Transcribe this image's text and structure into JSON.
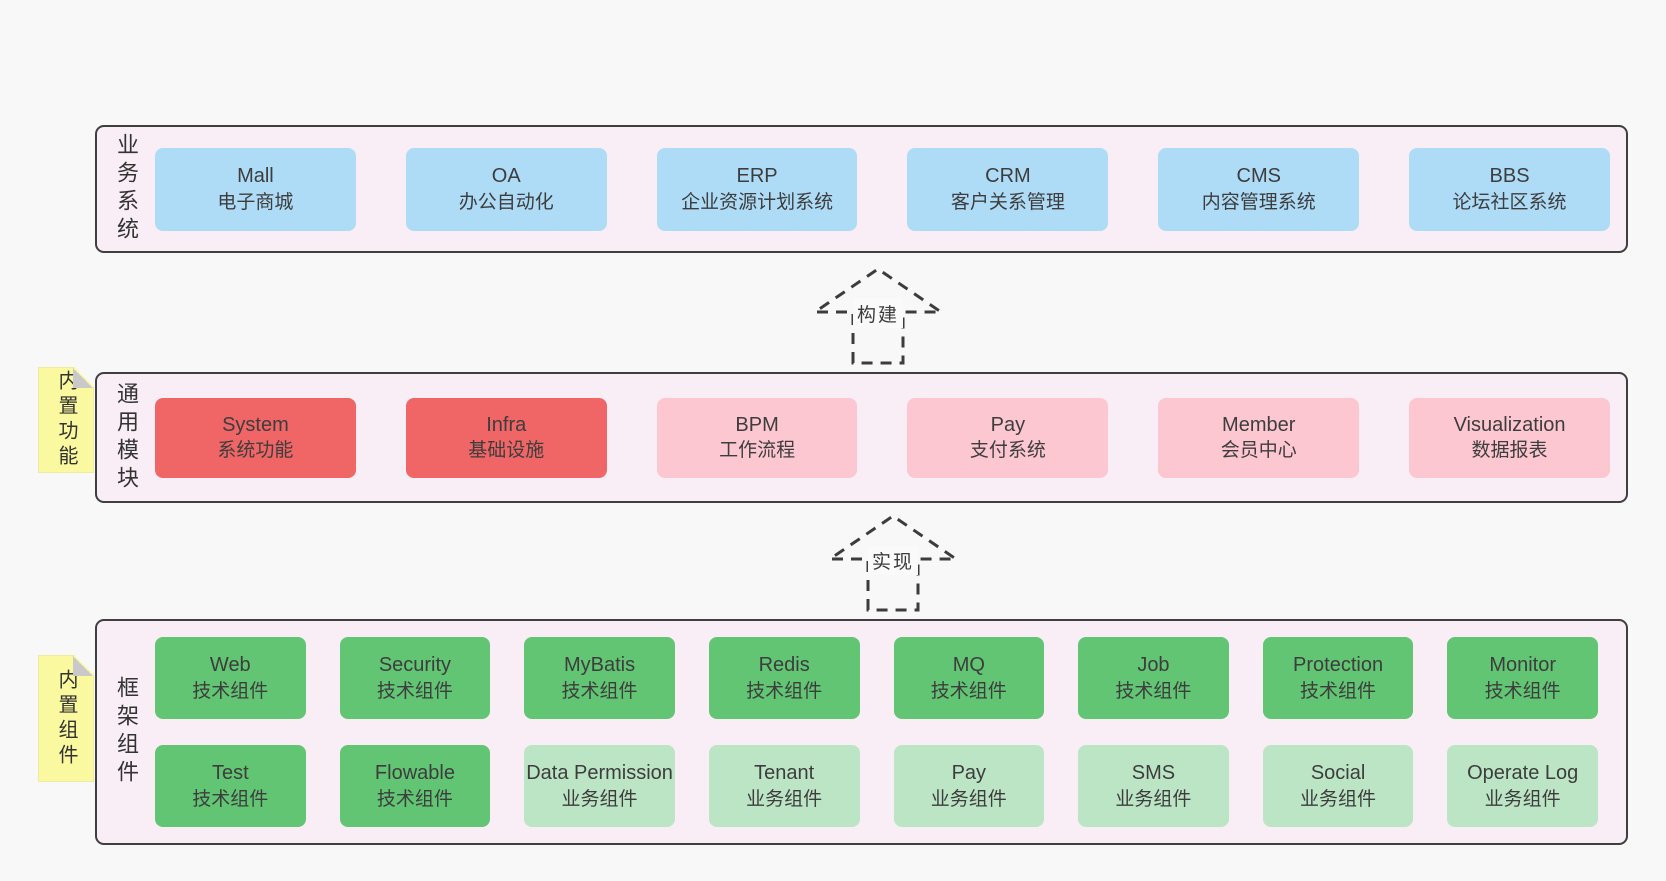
{
  "colors": {
    "page-bg": "#f8f8f8",
    "container-bg": "#f9edf6",
    "container-border": "#3f3f3f",
    "box-blue": "#aedcf7",
    "box-red": "#f06565",
    "box-pink": "#fcc7d1",
    "box-green": "#61c573",
    "box-green-light": "#bce5c5",
    "sticky-bg": "#fbf99f",
    "sticky-fold": "#c9c9c9",
    "text": "#3d3d3d",
    "arrow": "#3c3c3c"
  },
  "layers": {
    "business": {
      "label": "业务系统",
      "boxes": [
        {
          "name": "Mall",
          "desc": "电子商城"
        },
        {
          "name": "OA",
          "desc": "办公自动化"
        },
        {
          "name": "ERP",
          "desc": "企业资源计划系统"
        },
        {
          "name": "CRM",
          "desc": "客户关系管理"
        },
        {
          "name": "CMS",
          "desc": "内容管理系统"
        },
        {
          "name": "BBS",
          "desc": "论坛社区系统"
        }
      ]
    },
    "modules": {
      "label": "通用模块",
      "sticky": "内置功能",
      "boxes": [
        {
          "name": "System",
          "desc": "系统功能"
        },
        {
          "name": "Infra",
          "desc": "基础设施"
        },
        {
          "name": "BPM",
          "desc": "工作流程"
        },
        {
          "name": "Pay",
          "desc": "支付系统"
        },
        {
          "name": "Member",
          "desc": "会员中心"
        },
        {
          "name": "Visualization",
          "desc": "数据报表"
        }
      ]
    },
    "components": {
      "label": "框架组件",
      "sticky": "内置组件",
      "row1": [
        {
          "name": "Web",
          "desc": "技术组件"
        },
        {
          "name": "Security",
          "desc": "技术组件"
        },
        {
          "name": "MyBatis",
          "desc": "技术组件"
        },
        {
          "name": "Redis",
          "desc": "技术组件"
        },
        {
          "name": "MQ",
          "desc": "技术组件"
        },
        {
          "name": "Job",
          "desc": "技术组件"
        },
        {
          "name": "Protection",
          "desc": "技术组件"
        },
        {
          "name": "Monitor",
          "desc": "技术组件"
        }
      ],
      "row2": [
        {
          "name": "Test",
          "desc": "技术组件"
        },
        {
          "name": "Flowable",
          "desc": "技术组件"
        },
        {
          "name": "Data Permission",
          "desc": "业务组件"
        },
        {
          "name": "Tenant",
          "desc": "业务组件"
        },
        {
          "name": "Pay",
          "desc": "业务组件"
        },
        {
          "name": "SMS",
          "desc": "业务组件"
        },
        {
          "name": "Social",
          "desc": "业务组件"
        },
        {
          "name": "Operate Log",
          "desc": "业务组件"
        }
      ]
    }
  },
  "arrows": {
    "build": "构建",
    "implement": "实现"
  }
}
